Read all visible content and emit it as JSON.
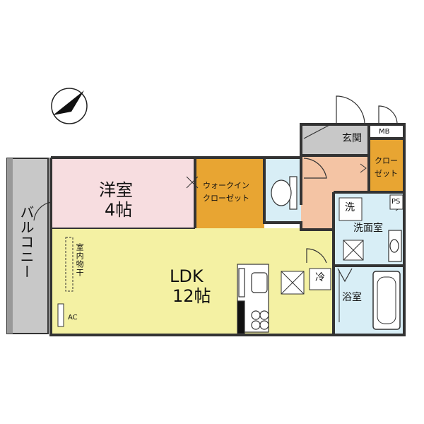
{
  "rooms": {
    "western": {
      "name": "洋室",
      "size": "4帖",
      "color": "#f7dde0"
    },
    "ldk": {
      "name": "LDK",
      "size": "12帖",
      "color": "#f4f1a3"
    },
    "walkin": {
      "line1": "ウォークイン",
      "line2": "クローゼット",
      "color": "#e8a532"
    },
    "closet": {
      "line1": "クロー",
      "line2": "ゼット",
      "color": "#e8a532"
    },
    "genkan": {
      "name": "玄関",
      "color": "#c8c8c8"
    },
    "hall": {
      "color": "#f4c4a4"
    },
    "washroom": {
      "name": "洗面室",
      "color": "#d8eef6"
    },
    "bath": {
      "name": "浴室",
      "color": "#d8eef6"
    },
    "toilet": {
      "color": "#d8eef6"
    },
    "balcony": {
      "name": "バルコニー",
      "color": "#c8c8c8"
    }
  },
  "labels": {
    "drying": "室内物干",
    "ac": "AC",
    "mb": "MB",
    "ps": "PS",
    "wash": "洗",
    "fridge": "冷"
  },
  "colors": {
    "wall": "#333333"
  }
}
